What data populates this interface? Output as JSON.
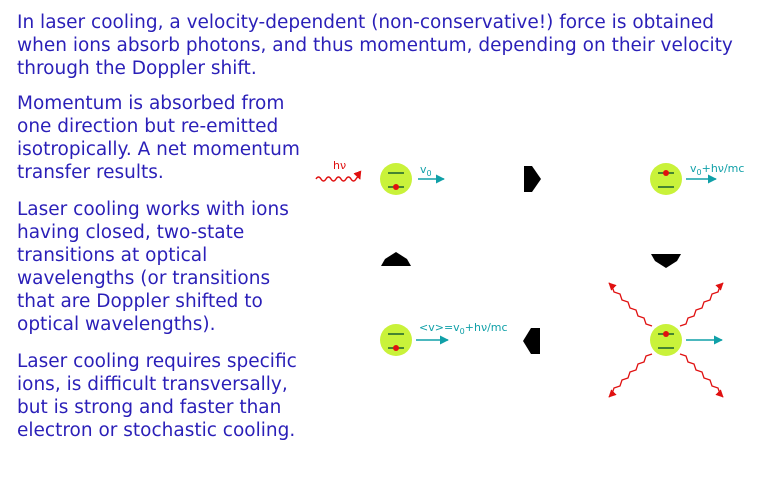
{
  "intro": "In laser cooling, a velocity-dependent (non-conservative!) force is obtained when ions absorb photons, and thus momentum, depending on their velocity through the Doppler shift.",
  "paragraphs": [
    "Momentum is absorbed from one direction but re-emitted isotropically. A net momentum transfer results.",
    "Laser cooling works with ions having closed, two-state transitions at optical wavelengths (or transitions that are Doppler shifted to optical wavelengths).",
    "Laser cooling requires specific ions, is difficult transversally, but is strong and faster than electron or stochastic cooling."
  ],
  "diagram": {
    "photon_label": "hν",
    "v0_base": "v",
    "v0_sub": "0",
    "after_absorb_base": "v",
    "after_absorb_sub": "0",
    "after_absorb_tail": "+hν/mc",
    "avg_prefix": "<v>=v",
    "avg_sub": "0",
    "avg_tail": "+hν/mc"
  },
  "colors": {
    "text": "#2a1fb8",
    "ion": "#c9f23a",
    "photon": "#e01010",
    "velocity": "#10a0a8",
    "level": "#1a6030",
    "electron": "#e01010"
  }
}
